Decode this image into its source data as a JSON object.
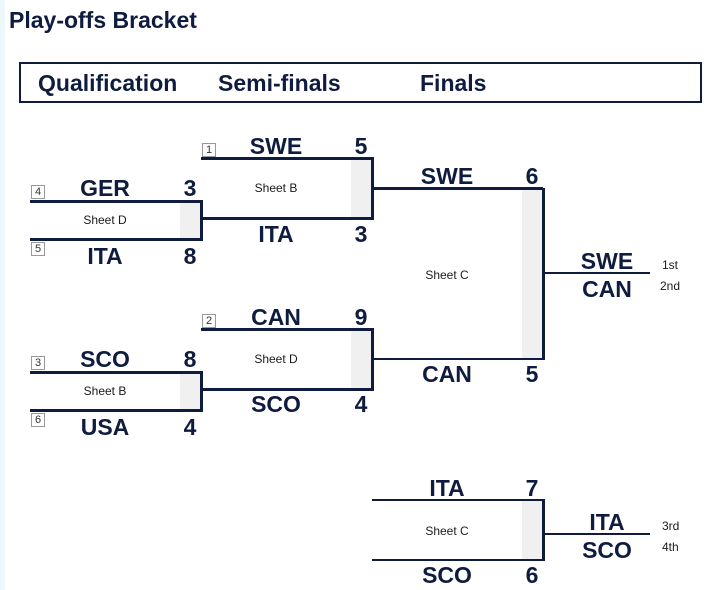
{
  "title": "Play-offs Bracket",
  "headers": {
    "qualification": "Qualification",
    "semifinals": "Semi-finals",
    "finals": "Finals"
  },
  "qualification": [
    {
      "sheet": "Sheet D",
      "top": {
        "seed": "4",
        "team": "GER",
        "score": "3"
      },
      "bottom": {
        "seed": "5",
        "team": "ITA",
        "score": "8"
      }
    },
    {
      "sheet": "Sheet B",
      "top": {
        "seed": "3",
        "team": "SCO",
        "score": "8"
      },
      "bottom": {
        "seed": "6",
        "team": "USA",
        "score": "4"
      }
    }
  ],
  "semifinals": [
    {
      "sheet": "Sheet B",
      "top": {
        "seed": "1",
        "team": "SWE",
        "score": "5"
      },
      "bottom": {
        "team": "ITA",
        "score": "3"
      }
    },
    {
      "sheet": "Sheet D",
      "top": {
        "seed": "2",
        "team": "CAN",
        "score": "9"
      },
      "bottom": {
        "team": "SCO",
        "score": "4"
      }
    }
  ],
  "final": {
    "sheet": "Sheet C",
    "top": {
      "team": "SWE",
      "score": "6"
    },
    "bottom": {
      "team": "CAN",
      "score": "5"
    }
  },
  "bronze": {
    "sheet": "Sheet C",
    "top": {
      "team": "ITA",
      "score": "7"
    },
    "bottom": {
      "team": "SCO",
      "score": "6"
    }
  },
  "standings": [
    {
      "team": "SWE",
      "place": "1st"
    },
    {
      "team": "CAN",
      "place": "2nd"
    },
    {
      "team": "ITA",
      "place": "3rd"
    },
    {
      "team": "SCO",
      "place": "4th"
    }
  ],
  "colors": {
    "text": "#0f1c3f",
    "line": "#0f1c3f",
    "shade": "#f0f0f0"
  }
}
